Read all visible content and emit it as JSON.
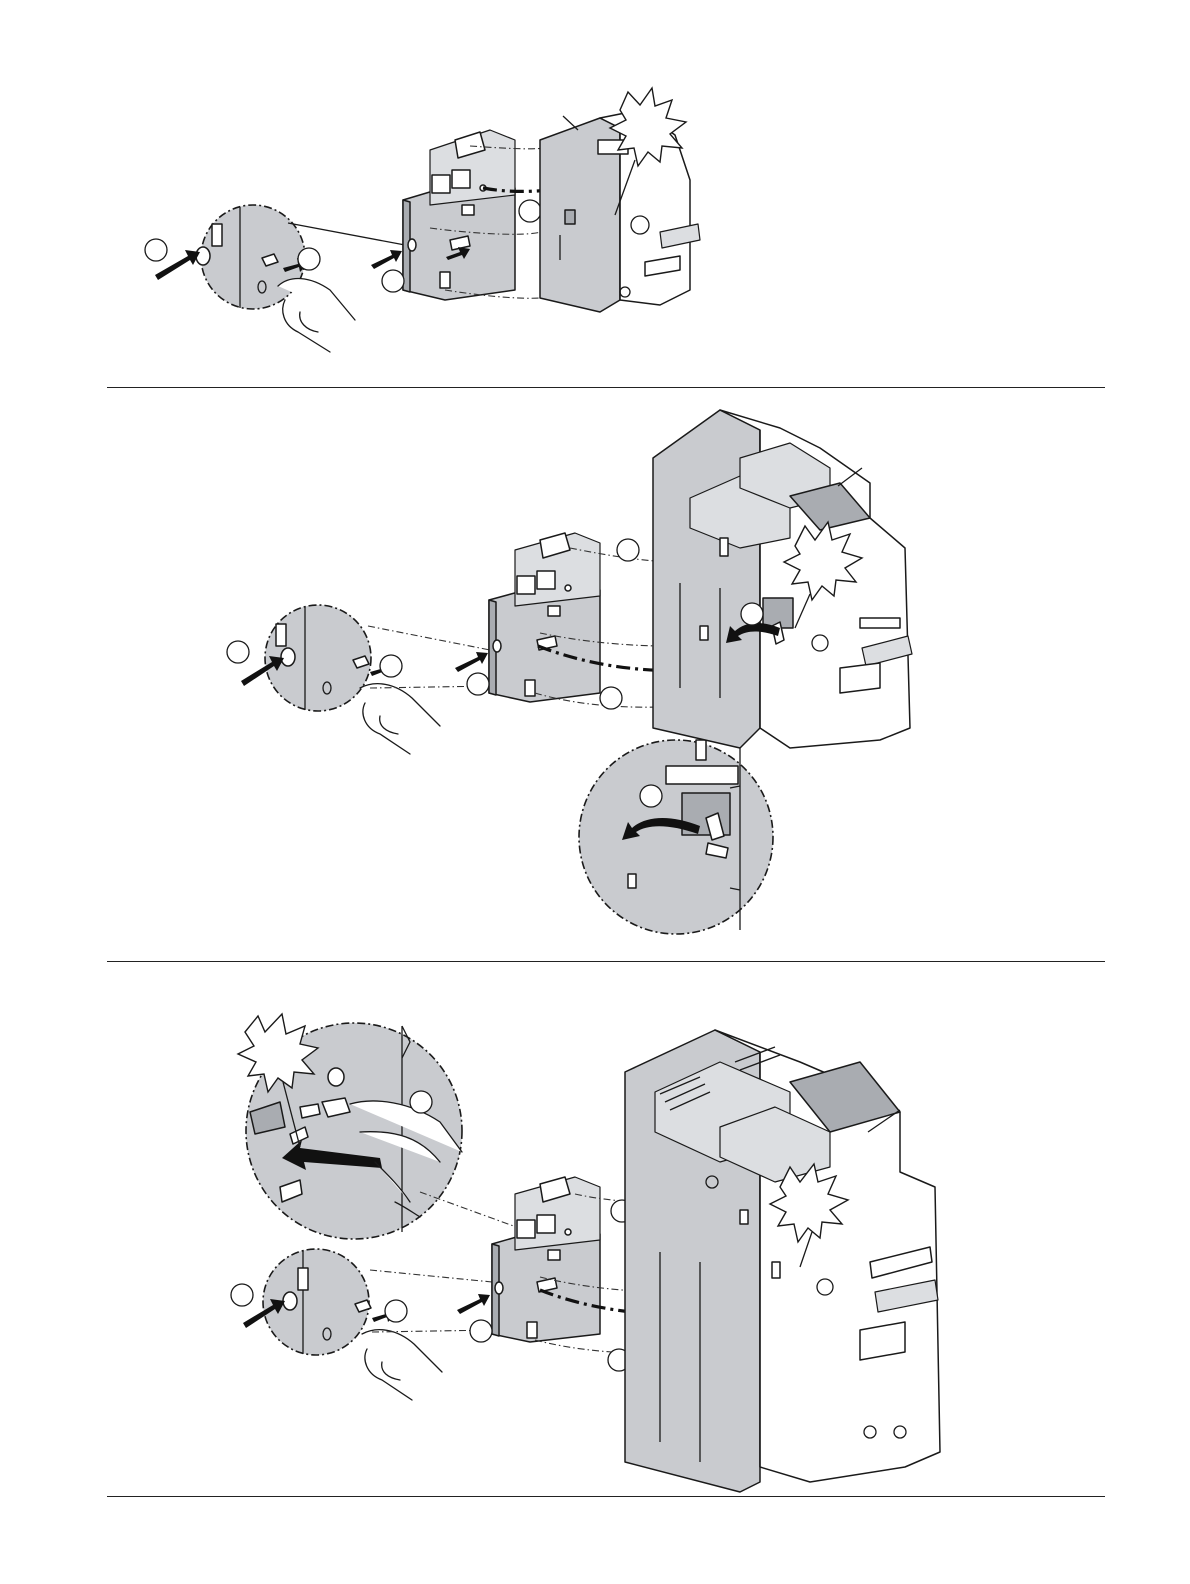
{
  "steps": [
    {
      "id": "step-1",
      "callouts": 4,
      "description_visible": false
    },
    {
      "id": "step-2",
      "callouts": 6,
      "description_visible": false
    },
    {
      "id": "step-3",
      "callouts": 5,
      "description_visible": false
    }
  ],
  "colors": {
    "housing": "#c9cbcf",
    "housing_dark": "#a9acb1",
    "outline": "#1a1a1a",
    "background": "#ffffff"
  },
  "icons": [
    "push-arrow-icon",
    "snap-burst-icon",
    "rotate-arrow-icon",
    "hand-icon",
    "callout-circle-icon"
  ]
}
